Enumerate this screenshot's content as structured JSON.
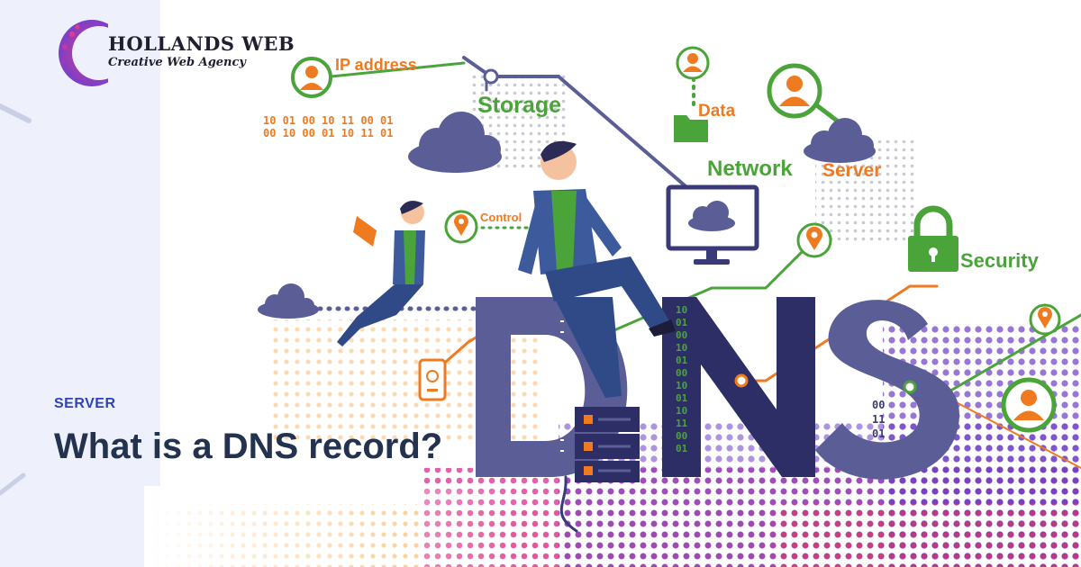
{
  "brand": {
    "name": "HOLLANDS WEB",
    "tagline": "Creative Web Agency"
  },
  "article": {
    "category": "SERVER",
    "title": "What is a DNS record?"
  },
  "illustration": {
    "big_text": "DNS",
    "labels": {
      "ip_address": "IP address",
      "storage": "Storage",
      "data": "Data",
      "network": "Network",
      "server": "Server",
      "control": "Control",
      "security": "Security"
    },
    "binary_rows": [
      "10 01 00 10 11 00 01",
      "00 10 00 01 10 11 01"
    ],
    "binary_column": [
      "10",
      "01",
      "00",
      "10",
      "01",
      "00",
      "10",
      "01",
      "10",
      "11",
      "00",
      "01"
    ],
    "binary_small": [
      "00",
      "11",
      "01"
    ]
  },
  "colors": {
    "panel": "#eef0fb",
    "headline": "#23324f",
    "category": "#2f43b8",
    "dns_letters": "#5b5e96",
    "green": "#4aa43a",
    "orange": "#f07a1f",
    "navy": "#3a3a78"
  }
}
